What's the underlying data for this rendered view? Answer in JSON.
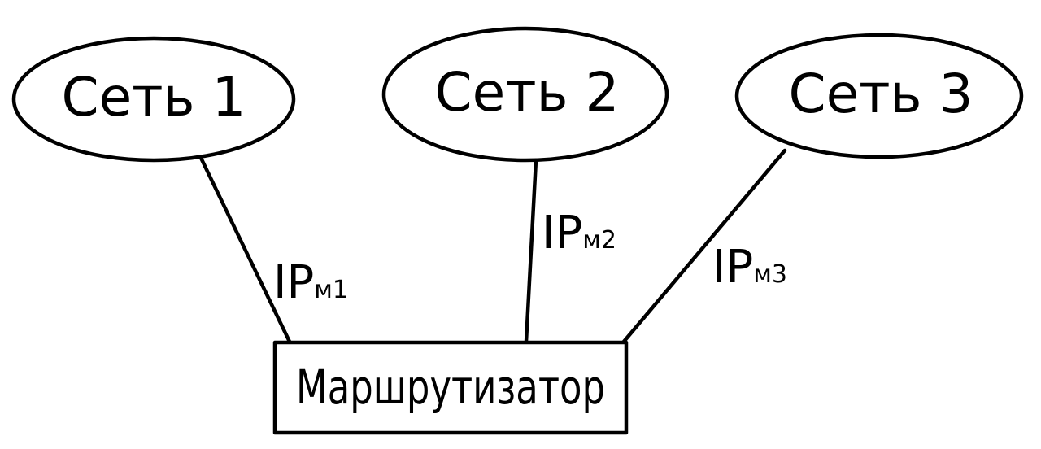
{
  "networks": [
    {
      "label": "Сеть 1"
    },
    {
      "label": "Сеть 2"
    },
    {
      "label": "Сеть 3"
    }
  ],
  "links": [
    {
      "ip_main": "IP",
      "ip_sub": "м1"
    },
    {
      "ip_main": "IP",
      "ip_sub": "м2"
    },
    {
      "ip_main": "IP",
      "ip_sub": "м3"
    }
  ],
  "router": {
    "label": "Маршрутизатор"
  },
  "colors": {
    "stroke": "#000000",
    "background": "#ffffff"
  }
}
